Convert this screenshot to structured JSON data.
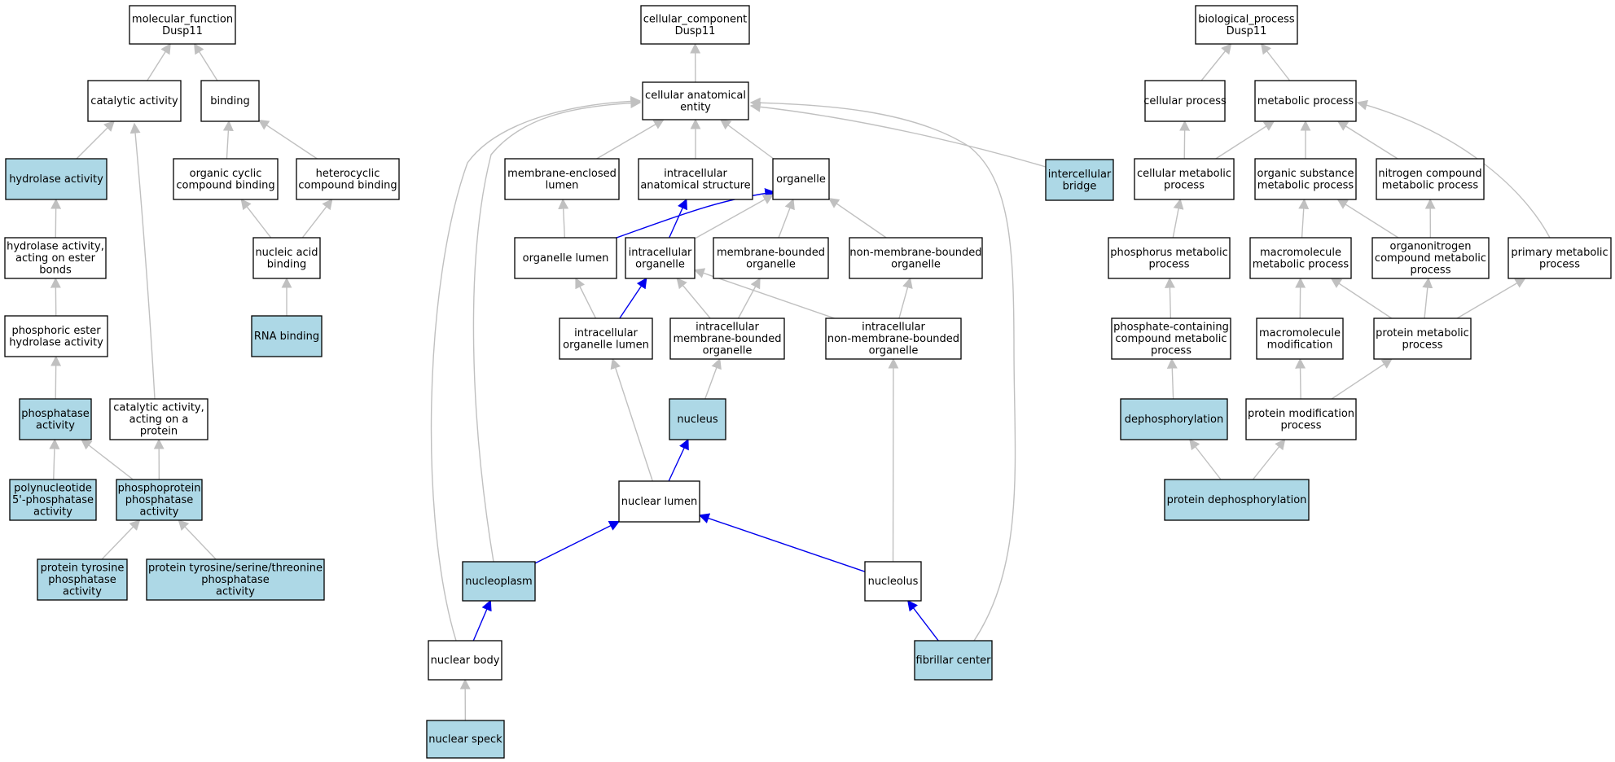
{
  "colors": {
    "highlight_fill": "#add8e6",
    "default_fill": "#ffffff",
    "edge_gray": "#c0c0c0",
    "edge_blue": "#0000ee",
    "border": "#000000"
  },
  "nodes": {
    "mf_root": {
      "lines": [
        "molecular_function",
        "Dusp11"
      ],
      "highlight": false
    },
    "catalytic": {
      "lines": [
        "catalytic activity"
      ],
      "highlight": false
    },
    "binding": {
      "lines": [
        "binding"
      ],
      "highlight": false
    },
    "hydrolase": {
      "lines": [
        "hydrolase activity"
      ],
      "highlight": true
    },
    "org_cyclic": {
      "lines": [
        "organic cyclic",
        "compound binding"
      ],
      "highlight": false
    },
    "heterocyclic": {
      "lines": [
        "heterocyclic",
        "compound binding"
      ],
      "highlight": false
    },
    "hydro_ester": {
      "lines": [
        "hydrolase activity,",
        "acting on ester",
        "bonds"
      ],
      "highlight": false
    },
    "nucleic_acid": {
      "lines": [
        "nucleic acid",
        "binding"
      ],
      "highlight": false
    },
    "phos_ester": {
      "lines": [
        "phosphoric ester",
        "hydrolase activity"
      ],
      "highlight": false
    },
    "rna_binding": {
      "lines": [
        "RNA binding"
      ],
      "highlight": true
    },
    "phosphatase": {
      "lines": [
        "phosphatase",
        "activity"
      ],
      "highlight": true
    },
    "cat_protein": {
      "lines": [
        "catalytic activity,",
        "acting on a",
        "protein"
      ],
      "highlight": false
    },
    "polynuc": {
      "lines": [
        "polynucleotide",
        "5'-phosphatase",
        "activity"
      ],
      "highlight": true
    },
    "phosphoprot": {
      "lines": [
        "phosphoprotein",
        "phosphatase",
        "activity"
      ],
      "highlight": true
    },
    "ptp": {
      "lines": [
        "protein tyrosine",
        "phosphatase",
        "activity"
      ],
      "highlight": true
    },
    "ptp_st": {
      "lines": [
        "protein tyrosine/serine/threonine",
        "phosphatase",
        "activity"
      ],
      "highlight": true
    },
    "cc_root": {
      "lines": [
        "cellular_component",
        "Dusp11"
      ],
      "highlight": false
    },
    "cae": {
      "lines": [
        "cellular anatomical",
        "entity"
      ],
      "highlight": false
    },
    "mem_lumen": {
      "lines": [
        "membrane-enclosed",
        "lumen"
      ],
      "highlight": false
    },
    "ias": {
      "lines": [
        "intracellular",
        "anatomical structure"
      ],
      "highlight": false
    },
    "organelle": {
      "lines": [
        "organelle"
      ],
      "highlight": false
    },
    "icb": {
      "lines": [
        "intercellular",
        "bridge"
      ],
      "highlight": true
    },
    "org_lumen": {
      "lines": [
        "organelle lumen"
      ],
      "highlight": false
    },
    "ic_org": {
      "lines": [
        "intracellular",
        "organelle"
      ],
      "highlight": false
    },
    "mb_org": {
      "lines": [
        "membrane-bounded",
        "organelle"
      ],
      "highlight": false
    },
    "nmb_org": {
      "lines": [
        "non-membrane-bounded",
        "organelle"
      ],
      "highlight": false
    },
    "ic_org_lumen": {
      "lines": [
        "intracellular",
        "organelle lumen"
      ],
      "highlight": false
    },
    "ic_mb_org": {
      "lines": [
        "intracellular",
        "membrane-bounded",
        "organelle"
      ],
      "highlight": false
    },
    "ic_nmb_org": {
      "lines": [
        "intracellular",
        "non-membrane-bounded",
        "organelle"
      ],
      "highlight": false
    },
    "nucleus": {
      "lines": [
        "nucleus"
      ],
      "highlight": true
    },
    "nuc_lumen": {
      "lines": [
        "nuclear lumen"
      ],
      "highlight": false
    },
    "nucleoplasm": {
      "lines": [
        "nucleoplasm"
      ],
      "highlight": true
    },
    "nucleolus": {
      "lines": [
        "nucleolus"
      ],
      "highlight": false
    },
    "nuc_body": {
      "lines": [
        "nuclear body"
      ],
      "highlight": false
    },
    "fibrillar": {
      "lines": [
        "fibrillar center"
      ],
      "highlight": true
    },
    "nuc_speck": {
      "lines": [
        "nuclear speck"
      ],
      "highlight": true
    },
    "bp_root": {
      "lines": [
        "biological_process",
        "Dusp11"
      ],
      "highlight": false
    },
    "cell_proc": {
      "lines": [
        "cellular process"
      ],
      "highlight": false
    },
    "met_proc": {
      "lines": [
        "metabolic process"
      ],
      "highlight": false
    },
    "cell_met": {
      "lines": [
        "cellular metabolic",
        "process"
      ],
      "highlight": false
    },
    "org_sub_met": {
      "lines": [
        "organic substance",
        "metabolic process"
      ],
      "highlight": false
    },
    "nitro_met": {
      "lines": [
        "nitrogen compound",
        "metabolic process"
      ],
      "highlight": false
    },
    "phosphorus": {
      "lines": [
        "phosphorus metabolic",
        "process"
      ],
      "highlight": false
    },
    "macro_met": {
      "lines": [
        "macromolecule",
        "metabolic process"
      ],
      "highlight": false
    },
    "organonitro": {
      "lines": [
        "organonitrogen",
        "compound metabolic",
        "process"
      ],
      "highlight": false
    },
    "primary_met": {
      "lines": [
        "primary metabolic",
        "process"
      ],
      "highlight": false
    },
    "phos_cont": {
      "lines": [
        "phosphate-containing",
        "compound metabolic",
        "process"
      ],
      "highlight": false
    },
    "macro_mod": {
      "lines": [
        "macromolecule",
        "modification"
      ],
      "highlight": false
    },
    "prot_met": {
      "lines": [
        "protein metabolic",
        "process"
      ],
      "highlight": false
    },
    "dephos": {
      "lines": [
        "dephosphorylation"
      ],
      "highlight": true
    },
    "prot_mod": {
      "lines": [
        "protein modification",
        "process"
      ],
      "highlight": false
    },
    "prot_dephos": {
      "lines": [
        "protein dephosphorylation"
      ],
      "highlight": true
    }
  },
  "edges": [
    {
      "from": "catalytic",
      "to": "mf_root",
      "blue": false
    },
    {
      "from": "binding",
      "to": "mf_root",
      "blue": false
    },
    {
      "from": "hydrolase",
      "to": "catalytic",
      "blue": false
    },
    {
      "from": "cat_protein",
      "to": "catalytic",
      "blue": false
    },
    {
      "from": "org_cyclic",
      "to": "binding",
      "blue": false
    },
    {
      "from": "heterocyclic",
      "to": "binding",
      "blue": false
    },
    {
      "from": "hydro_ester",
      "to": "hydrolase",
      "blue": false
    },
    {
      "from": "nucleic_acid",
      "to": "org_cyclic",
      "blue": false
    },
    {
      "from": "nucleic_acid",
      "to": "heterocyclic",
      "blue": false
    },
    {
      "from": "phos_ester",
      "to": "hydro_ester",
      "blue": false
    },
    {
      "from": "rna_binding",
      "to": "nucleic_acid",
      "blue": false
    },
    {
      "from": "phosphatase",
      "to": "phos_ester",
      "blue": false
    },
    {
      "from": "polynuc",
      "to": "phosphatase",
      "blue": false
    },
    {
      "from": "phosphoprot",
      "to": "phosphatase",
      "blue": false
    },
    {
      "from": "phosphoprot",
      "to": "cat_protein",
      "blue": false
    },
    {
      "from": "ptp",
      "to": "phosphoprot",
      "blue": false
    },
    {
      "from": "ptp_st",
      "to": "phosphoprot",
      "blue": false
    },
    {
      "from": "cae",
      "to": "cc_root",
      "blue": false
    },
    {
      "from": "mem_lumen",
      "to": "cae",
      "blue": false
    },
    {
      "from": "ias",
      "to": "cae",
      "blue": false
    },
    {
      "from": "organelle",
      "to": "cae",
      "blue": false
    },
    {
      "from": "icb",
      "to": "cae",
      "blue": false
    },
    {
      "from": "nuc_body",
      "to": "cae",
      "blue": false
    },
    {
      "from": "nucleoplasm",
      "to": "cae",
      "blue": false
    },
    {
      "from": "fibrillar",
      "to": "cae",
      "blue": false
    },
    {
      "from": "org_lumen",
      "to": "mem_lumen",
      "blue": false
    },
    {
      "from": "org_lumen",
      "to": "organelle",
      "blue": true
    },
    {
      "from": "ic_org",
      "to": "ias",
      "blue": true
    },
    {
      "from": "ic_org",
      "to": "organelle",
      "blue": false
    },
    {
      "from": "mb_org",
      "to": "organelle",
      "blue": false
    },
    {
      "from": "nmb_org",
      "to": "organelle",
      "blue": false
    },
    {
      "from": "ic_org_lumen",
      "to": "org_lumen",
      "blue": false
    },
    {
      "from": "ic_org_lumen",
      "to": "ic_org",
      "blue": true
    },
    {
      "from": "ic_mb_org",
      "to": "ic_org",
      "blue": false
    },
    {
      "from": "ic_mb_org",
      "to": "mb_org",
      "blue": false
    },
    {
      "from": "ic_nmb_org",
      "to": "ic_org",
      "blue": false
    },
    {
      "from": "ic_nmb_org",
      "to": "nmb_org",
      "blue": false
    },
    {
      "from": "nucleus",
      "to": "ic_mb_org",
      "blue": false
    },
    {
      "from": "nuc_lumen",
      "to": "nucleus",
      "blue": true
    },
    {
      "from": "nuc_lumen",
      "to": "ic_org_lumen",
      "blue": false
    },
    {
      "from": "nucleoplasm",
      "to": "nuc_lumen",
      "blue": true
    },
    {
      "from": "nucleolus",
      "to": "nuc_lumen",
      "blue": true
    },
    {
      "from": "nucleolus",
      "to": "ic_nmb_org",
      "blue": false
    },
    {
      "from": "nuc_body",
      "to": "nucleoplasm",
      "blue": true
    },
    {
      "from": "fibrillar",
      "to": "nucleolus",
      "blue": true
    },
    {
      "from": "nuc_speck",
      "to": "nuc_body",
      "blue": false
    },
    {
      "from": "cell_proc",
      "to": "bp_root",
      "blue": false
    },
    {
      "from": "met_proc",
      "to": "bp_root",
      "blue": false
    },
    {
      "from": "cell_met",
      "to": "cell_proc",
      "blue": false
    },
    {
      "from": "cell_met",
      "to": "met_proc",
      "blue": false
    },
    {
      "from": "org_sub_met",
      "to": "met_proc",
      "blue": false
    },
    {
      "from": "nitro_met",
      "to": "met_proc",
      "blue": false
    },
    {
      "from": "primary_met",
      "to": "met_proc",
      "blue": false
    },
    {
      "from": "phosphorus",
      "to": "cell_met",
      "blue": false
    },
    {
      "from": "macro_met",
      "to": "org_sub_met",
      "blue": false
    },
    {
      "from": "organonitro",
      "to": "org_sub_met",
      "blue": false
    },
    {
      "from": "organonitro",
      "to": "nitro_met",
      "blue": false
    },
    {
      "from": "phos_cont",
      "to": "phosphorus",
      "blue": false
    },
    {
      "from": "macro_mod",
      "to": "macro_met",
      "blue": false
    },
    {
      "from": "prot_met",
      "to": "macro_met",
      "blue": false
    },
    {
      "from": "prot_met",
      "to": "organonitro",
      "blue": false
    },
    {
      "from": "prot_met",
      "to": "primary_met",
      "blue": false
    },
    {
      "from": "dephos",
      "to": "phos_cont",
      "blue": false
    },
    {
      "from": "prot_mod",
      "to": "macro_mod",
      "blue": false
    },
    {
      "from": "prot_mod",
      "to": "prot_met",
      "blue": false
    },
    {
      "from": "prot_dephos",
      "to": "dephos",
      "blue": false
    },
    {
      "from": "prot_dephos",
      "to": "prot_mod",
      "blue": false
    }
  ]
}
